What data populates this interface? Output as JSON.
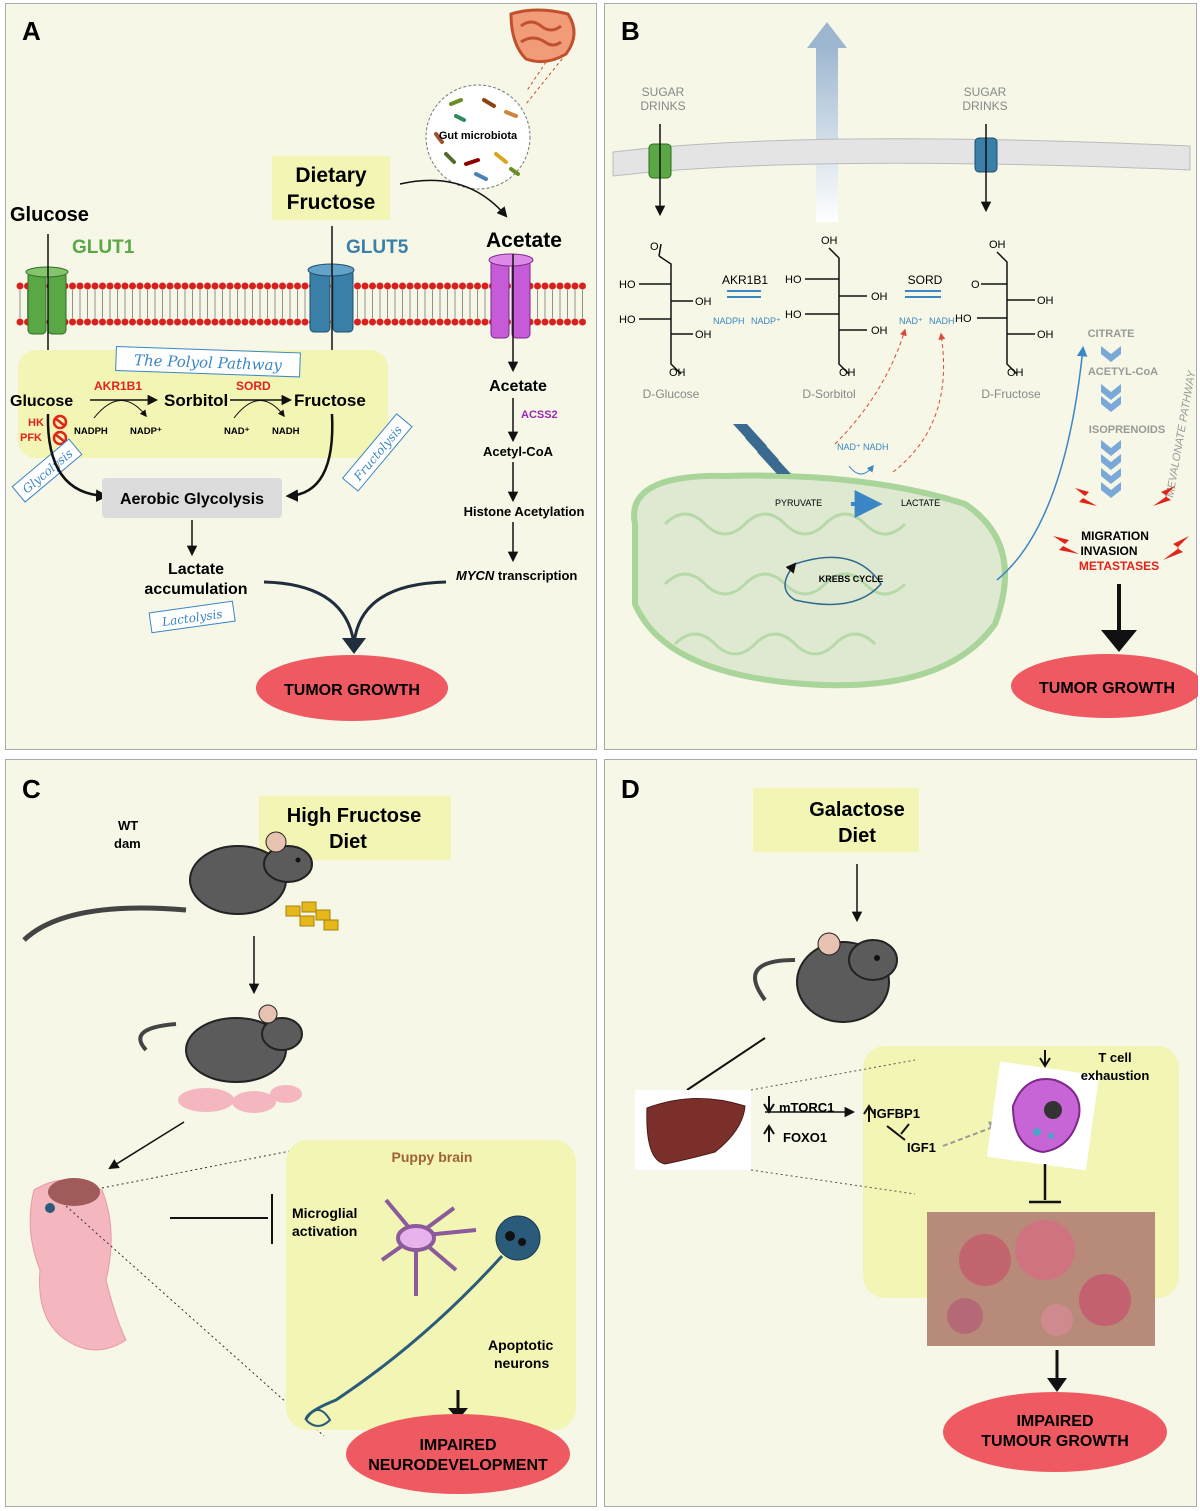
{
  "panels": {
    "a": {
      "letter": "A",
      "glucose": "Glucose",
      "glut1": "GLUT1",
      "dietary_fructose_1": "Dietary",
      "dietary_fructose_2": "Fructose",
      "glut5": "GLUT5",
      "gut_microbiota": "Gut microbiota",
      "acetate_top": "Acetate",
      "polyol_pathway": "The Polyol Pathway",
      "glucose_inner": "Glucose",
      "akr1b1": "AKR1B1",
      "sorbitol": "Sorbitol",
      "sord": "SORD",
      "fructose_inner": "Fructose",
      "hk": "HK",
      "pfk": "PFK",
      "nadph": "NADPH",
      "nadp": "NADP⁺",
      "nad": "NAD⁺",
      "nadh": "NADH",
      "glycolysis": "Glycolysis",
      "fructolysis": "Fructolysis",
      "aerobic_glycolysis": "Aerobic Glycolysis",
      "lactate_1": "Lactate",
      "lactate_2": "accumulation",
      "lactolysis": "Lactolysis",
      "acetate_inner": "Acetate",
      "acss2": "ACSS2",
      "acetyl_coa": "Acetyl-CoA",
      "histone": "Histone Acetylation",
      "mycn": "MYCN",
      "transcription": " transcription",
      "tumor_growth": "TUMOR GROWTH"
    },
    "b": {
      "letter": "B",
      "sugar_1": "SUGAR",
      "drinks_1": "DRINKS",
      "sugar_2": "SUGAR",
      "drinks_2": "DRINKS",
      "akr1b1": "AKR1B1",
      "sord": "SORD",
      "nadph": "NADPH",
      "nadp": "NADP⁺",
      "nad": "NAD⁺",
      "nadh": "NADH",
      "d_glucose": "D-Glucose",
      "d_sorbitol": "D-Sorbitol",
      "d_fructose": "D-Fructose",
      "oh": "OH",
      "ho": "HO",
      "o": "O",
      "citrate": "CITRATE",
      "acetyl_coa": "ACETYL-CoA",
      "isoprenoids": "ISOPRENOIDS",
      "mevalonate": "MEVALONATE PATHWAY",
      "nad_m": "NAD⁺",
      "nadh_m": "NADH",
      "pyruvate": "PYRUVATE",
      "lactate": "LACTATE",
      "krebs": "KREBS CYCLE",
      "migration": "MIGRATION",
      "invasion": "INVASION",
      "metastases": "METASTASES",
      "tumor_growth": "TUMOR GROWTH"
    },
    "c": {
      "letter": "C",
      "wt": "WT",
      "dam": "dam",
      "diet_1": "High Fructose",
      "diet_2": "Diet",
      "puppy_brain": "Puppy brain",
      "microglial_1": "Microglial",
      "microglial_2": "activation",
      "apoptotic_1": "Apoptotic",
      "apoptotic_2": "neurons",
      "impaired_1": "IMPAIRED",
      "impaired_2": "NEURODEVELOPMENT"
    },
    "d": {
      "letter": "D",
      "diet_1": "Galactose",
      "diet_2": "Diet",
      "tcell_1": "T cell",
      "tcell_2": "exhaustion",
      "mtorc1": "mTORC1",
      "foxo1": "FOXO1",
      "igfbp1": "IGFBP1",
      "igf1": "IGF1",
      "impaired_1": "IMPAIRED",
      "impaired_2": "TUMOUR GROWTH"
    }
  },
  "colors": {
    "panel_bg": "#f6f7e6",
    "highlight": "#f2f5b4",
    "tumor_red": "#ef5a62",
    "glut1_green": "#5aa845",
    "glut5_blue": "#3a7fa8",
    "acetate_purple": "#c65bd8",
    "enzyme_red": "#e2231a",
    "blue_text": "#3b86c4"
  }
}
